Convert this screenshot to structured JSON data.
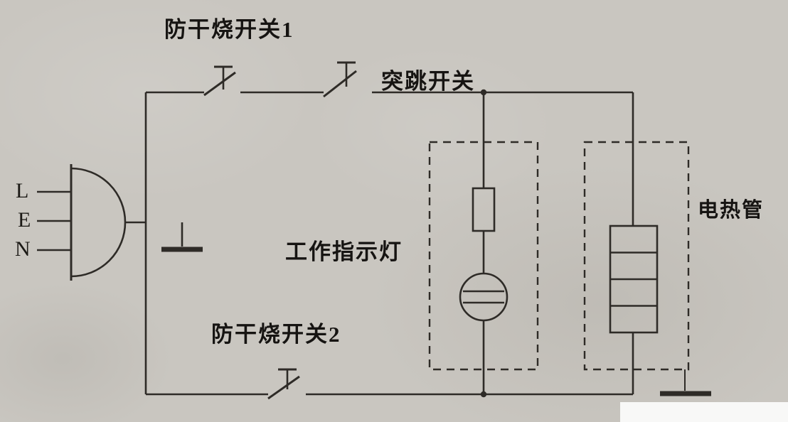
{
  "diagram": {
    "kind": "circuit-schematic",
    "labels": {
      "anti_dry_switch_1": "防干烧开关1",
      "snap_switch": "突跳开关",
      "indicator_lamp": "工作指示灯",
      "anti_dry_switch_2": "防干烧开关2",
      "heater_tube": "电热管",
      "terminal_l": "L",
      "terminal_e": "E",
      "terminal_n": "N"
    },
    "symbols": [
      "plug-symbol",
      "earth-symbol",
      "switch-symbol",
      "thermal-snap-switch-symbol",
      "switch-symbol",
      "resistor-symbol",
      "neon-indicator-lamp-symbol",
      "heating-element-symbol",
      "ground-symbol"
    ],
    "colors": {
      "paper": "#c9c6c0",
      "ink": "#2e2b27",
      "label_text": "#161412",
      "cover": "#f8f8f7"
    }
  }
}
